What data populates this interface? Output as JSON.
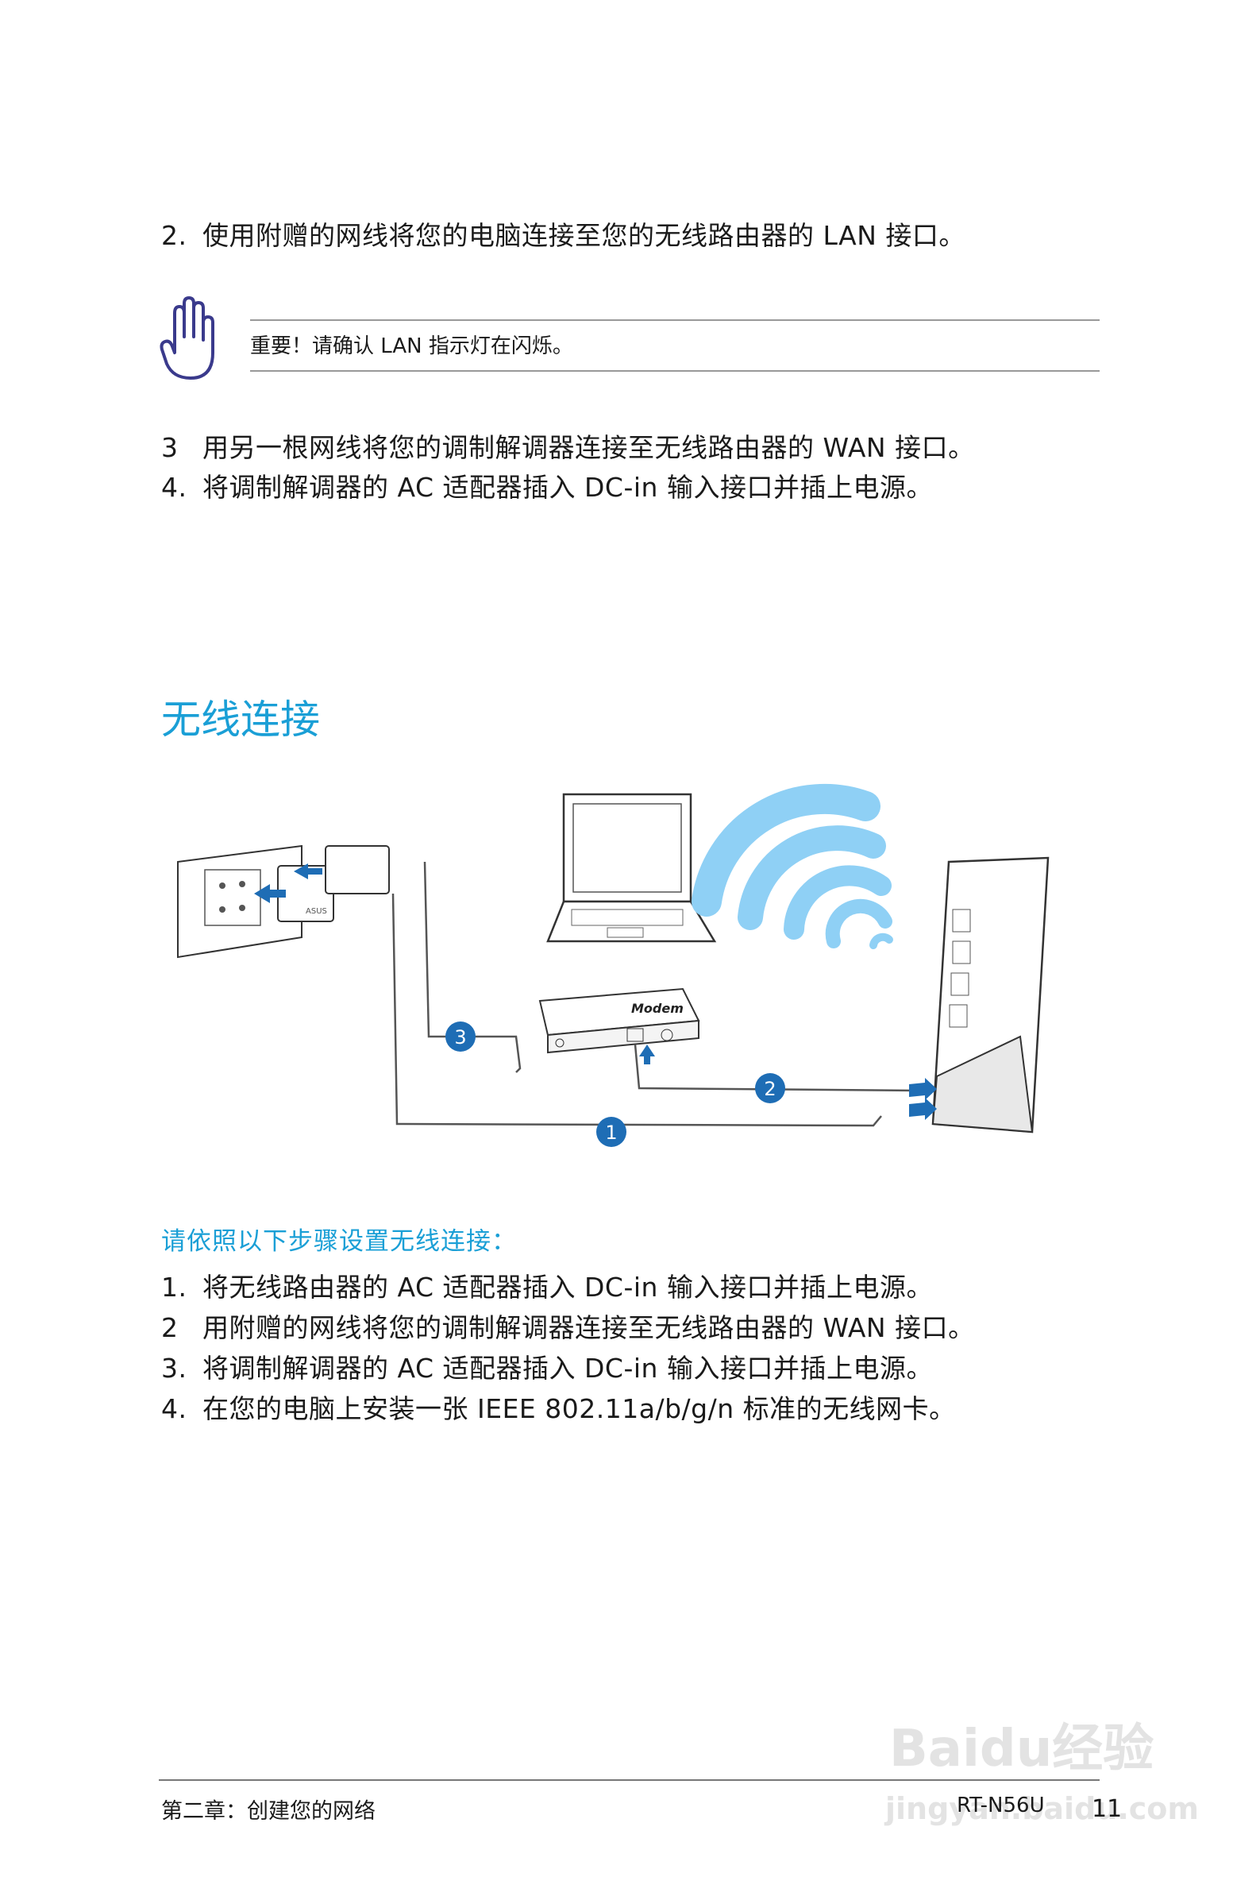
{
  "steps_top": [
    {
      "num": "2.",
      "text": "使用附赠的网线将您的电脑连接至您的无线路由器的 LAN 接口。"
    },
    {
      "num": "3",
      "text": "用另一根网线将您的调制解调器连接至无线路由器的 WAN 接口。"
    },
    {
      "num": "4.",
      "text": "将调制解调器的 AC 适配器插入 DC-in 输入接口并插上电源。"
    }
  ],
  "note": {
    "icon": "hand-stop-icon",
    "text": "重要！请确认 LAN 指示灯在闪烁。"
  },
  "section_title": "无线连接",
  "diagram": {
    "modem_label": "Modem",
    "brand_label": "ASUS",
    "callouts": [
      "1",
      "2",
      "3"
    ]
  },
  "instructions_heading": "请依照以下步骤设置无线连接：",
  "steps_bottom": [
    {
      "num": "1.",
      "text": "将无线路由器的 AC 适配器插入 DC-in 输入接口并插上电源。"
    },
    {
      "num": "2",
      "text": "用附赠的网线将您的调制解调器连接至无线路由器的 WAN 接口。"
    },
    {
      "num": "3.",
      "text": "将调制解调器的 AC 适配器插入 DC-in 输入接口并插上电源。"
    },
    {
      "num": "4.",
      "text": "在您的电脑上安装一张 IEEE 802.11a/b/g/n 标准的无线网卡。"
    }
  ],
  "footer": {
    "chapter": "第二章：创建您的网络",
    "model": "RT-N56U",
    "page": "11"
  },
  "watermark": {
    "brand": "Baidu经验",
    "url": "jingyan.baidu.com"
  },
  "colors": {
    "accent": "#1a9fd6",
    "icon": "#3a3a8c",
    "callout": "#1e6db5",
    "wave": "#8fd0f5"
  }
}
